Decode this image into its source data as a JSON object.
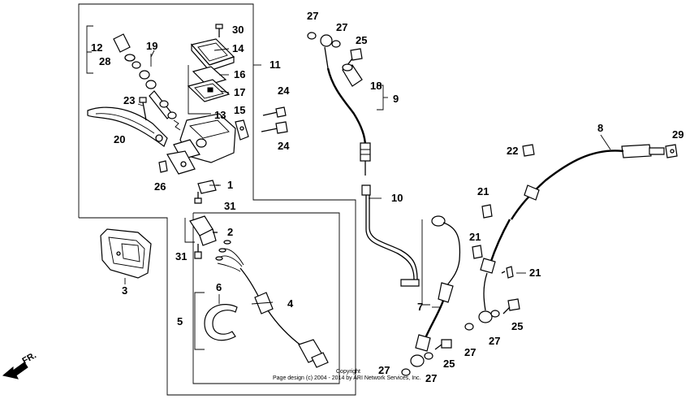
{
  "callouts": {
    "c1": "1",
    "c2": "2",
    "c3": "3",
    "c4": "4",
    "c5": "5",
    "c6": "6",
    "c7": "7",
    "c8": "8",
    "c9": "9",
    "c10": "10",
    "c11": "11",
    "c12": "12",
    "c13": "13",
    "c14": "14",
    "c15": "15",
    "c16": "16",
    "c17": "17",
    "c18": "18",
    "c19": "19",
    "c20": "20",
    "c21a": "21",
    "c21b": "21",
    "c21c": "21",
    "c22": "22",
    "c23": "23",
    "c24a": "24",
    "c24b": "24",
    "c25a": "25",
    "c25b": "25",
    "c25c": "25",
    "c26": "26",
    "c27a": "27",
    "c27b": "27",
    "c27c": "27",
    "c27d": "27",
    "c27e": "27",
    "c27f": "27",
    "c28": "28",
    "c29": "29",
    "c30": "30",
    "c31a": "31",
    "c31b": "31"
  },
  "copyright": {
    "line1": "Copyright",
    "line2": "Page design (c) 2004 - 2014 by ARI Network Services, Inc."
  },
  "direction": {
    "label": "FR."
  },
  "icons": {
    "direction_arrow": "front-arrow-icon"
  }
}
